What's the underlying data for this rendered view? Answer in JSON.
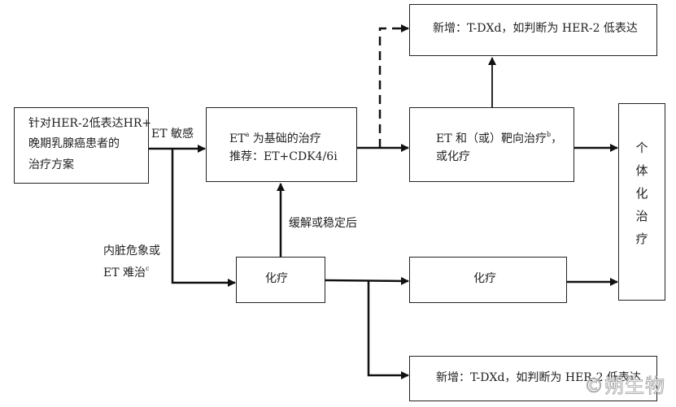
{
  "diagram": {
    "nodes": {
      "start": {
        "lines": [
          "针对HER-2低表达HR+",
          "晚期乳腺癌患者的",
          "治疗方案"
        ]
      },
      "et_based": {
        "line1_prefix": "ET",
        "line1_sup": "a",
        "line1_suffix": " 为基础的治疗",
        "line2": "推荐：ET+CDK4/6i"
      },
      "et_targeted": {
        "line1_prefix": "ET 和（或）靶向治疗",
        "line1_sup": "b",
        "line1_suffix": "，",
        "line2": "或化疗"
      },
      "tdxd_top": {
        "text": "新增：T-DXd，如判断为 HER-2 低表达"
      },
      "individualized": {
        "chars": [
          "个",
          "体",
          "化",
          "治",
          "疗"
        ]
      },
      "chemo_left": {
        "text": "化疗"
      },
      "chemo_right": {
        "text": "化疗"
      },
      "tdxd_bottom": {
        "text": "新增：T-DXd，如判断为 HER-2 低表达"
      }
    },
    "edge_labels": {
      "et_sensitive": "ET 敏感",
      "visceral_crisis_line1": "内脏危象或",
      "visceral_crisis_line2_prefix": "ET 难治",
      "visceral_crisis_line2_sup": "c",
      "after_remission": "缓解或稳定后"
    },
    "edges": [
      {
        "from": "start",
        "to": "et_based",
        "label": "ET 敏感",
        "style": "solid"
      },
      {
        "from": "start",
        "to": "chemo_left",
        "label": "内脏危象或ET难治c",
        "style": "solid"
      },
      {
        "from": "chemo_left",
        "to": "et_based",
        "label": "缓解或稳定后",
        "style": "solid"
      },
      {
        "from": "et_based",
        "to": "et_targeted",
        "style": "solid"
      },
      {
        "from": "et_based",
        "to": "tdxd_top",
        "style": "dashed"
      },
      {
        "from": "et_targeted",
        "to": "tdxd_top",
        "style": "solid"
      },
      {
        "from": "et_targeted",
        "to": "individualized",
        "style": "solid"
      },
      {
        "from": "chemo_left",
        "to": "chemo_right",
        "style": "solid"
      },
      {
        "from": "chemo_left",
        "to": "tdxd_bottom",
        "style": "solid"
      },
      {
        "from": "chemo_right",
        "to": "individualized",
        "style": "solid"
      }
    ],
    "colors": {
      "stroke": "#111111",
      "text": "#222222",
      "background": "#ffffff"
    }
  },
  "watermark": {
    "text": "©朔生物"
  }
}
